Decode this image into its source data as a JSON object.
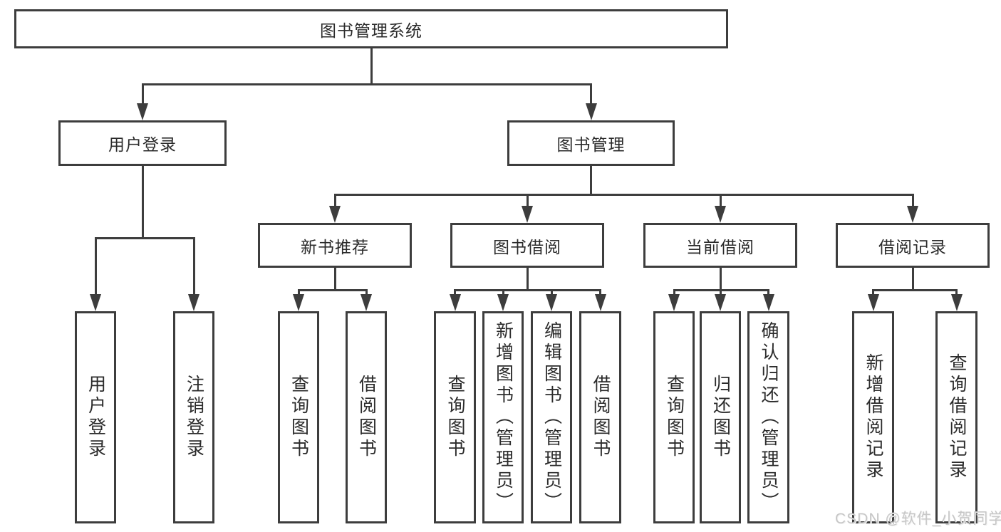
{
  "diagram": {
    "title": "图书管理系统",
    "tree": {
      "id": "library-system",
      "label": "图书管理系统",
      "children": [
        {
          "id": "user-login",
          "label": "用户登录",
          "children": [
            {
              "id": "login",
              "label": "用户登录"
            },
            {
              "id": "logout",
              "label": "注销登录"
            }
          ]
        },
        {
          "id": "book-management",
          "label": "图书管理",
          "children": [
            {
              "id": "new-book-recommend",
              "label": "新书推荐",
              "children": [
                {
                  "id": "rec-query-books",
                  "label": "查询图书"
                },
                {
                  "id": "rec-borrow-books",
                  "label": "借阅图书"
                }
              ]
            },
            {
              "id": "book-borrowing",
              "label": "图书借阅",
              "children": [
                {
                  "id": "bb-query-books",
                  "label": "查询图书"
                },
                {
                  "id": "bb-add-books-admin",
                  "label": "新增图书（管理员）"
                },
                {
                  "id": "bb-edit-books-admin",
                  "label": "编辑图书（管理员）"
                },
                {
                  "id": "bb-borrow-books",
                  "label": "借阅图书"
                }
              ]
            },
            {
              "id": "current-borrowing",
              "label": "当前借阅",
              "children": [
                {
                  "id": "cb-query-books",
                  "label": "查询图书"
                },
                {
                  "id": "cb-return-books",
                  "label": "归还图书"
                },
                {
                  "id": "cb-confirm-return-admin",
                  "label": "确认归还（管理员）"
                }
              ]
            },
            {
              "id": "borrowing-records",
              "label": "借阅记录",
              "children": [
                {
                  "id": "br-add-record",
                  "label": "新增借阅记录"
                },
                {
                  "id": "br-query-record",
                  "label": "查询借阅记录"
                }
              ]
            }
          ]
        }
      ]
    }
  },
  "watermark": {
    "text": "CSDN @软件_小贺同学"
  },
  "colors": {
    "line": "#3d3d3d",
    "box_border": "#3d3d3d",
    "box_bg": "#ffffff",
    "text": "#2b2b2b",
    "watermark": "#c7c7c7",
    "background": "#ffffff"
  }
}
